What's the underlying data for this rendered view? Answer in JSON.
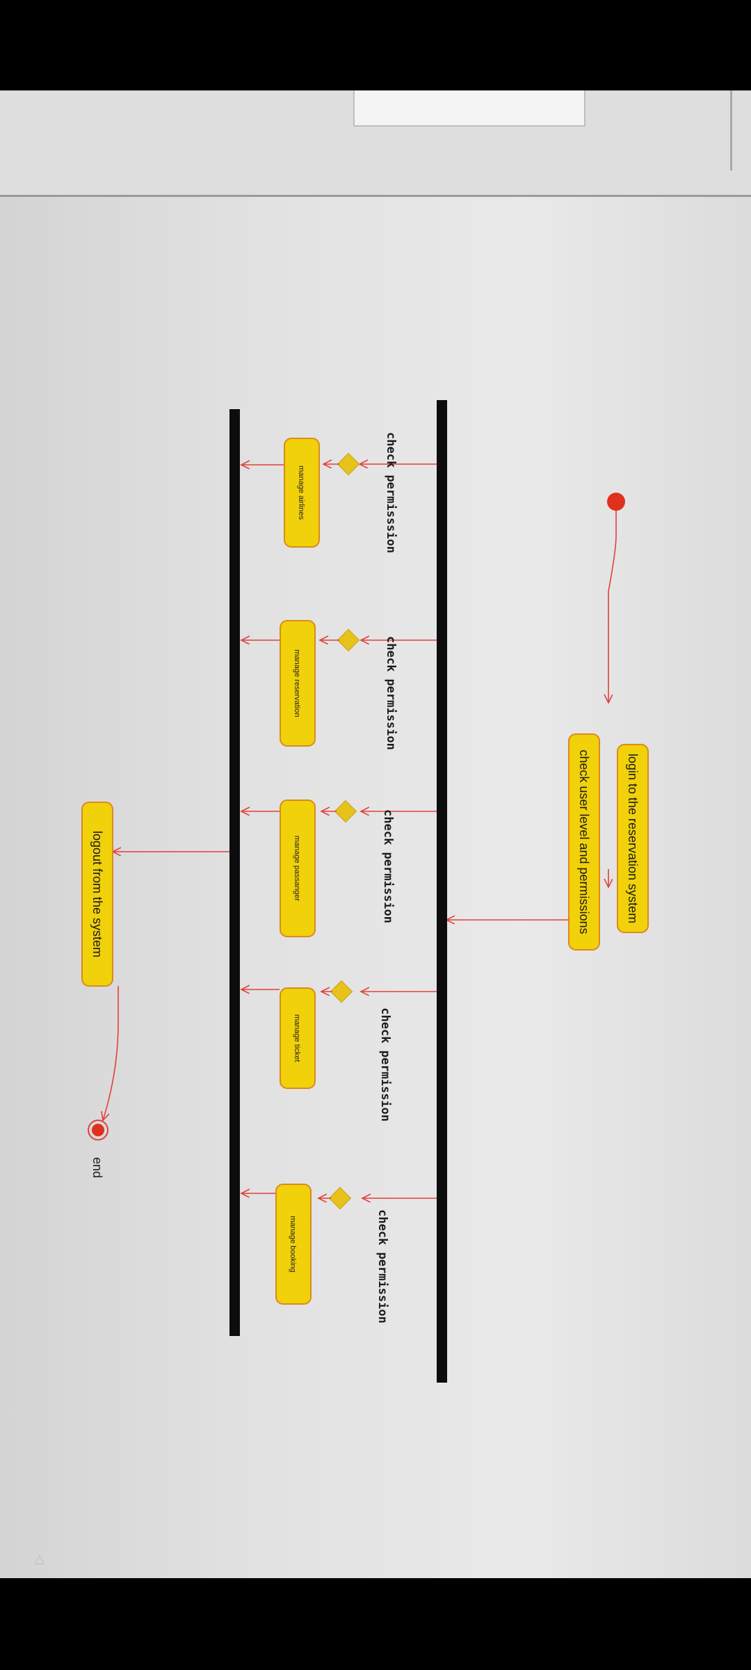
{
  "nodes": {
    "login": "login to the reservation system",
    "check_level": "check user level and permissions",
    "logout": "logout from the system",
    "end": "end"
  },
  "branches": [
    {
      "guard": "check permisssion",
      "action": "manage airlines"
    },
    {
      "guard": "check permission",
      "action": "manage reservation"
    },
    {
      "guard": "check permission",
      "action": "manage passanger"
    },
    {
      "guard": "check permission",
      "action": "manage ticket"
    },
    {
      "guard": "check permission",
      "action": "manage booking"
    }
  ],
  "colors": {
    "action_fill": "#f1d10a",
    "action_border": "#d98a1e",
    "flow": "#e0403a",
    "bar": "#0d0d0d",
    "start": "#e0301e",
    "decision": "#e6c21a"
  }
}
